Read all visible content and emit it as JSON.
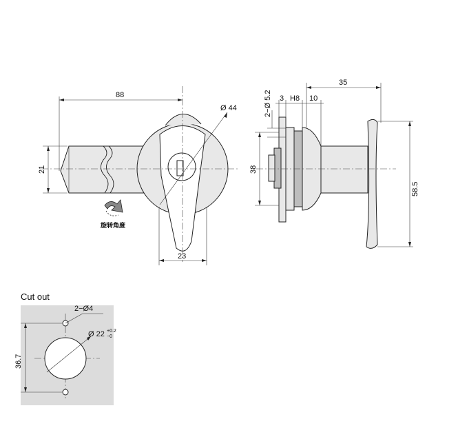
{
  "front_view": {
    "dim_length": "88",
    "dim_height": "21",
    "dim_diameter": "Ø 44",
    "dim_handle_width": "23",
    "rotation_label": "旋转角度"
  },
  "side_view": {
    "dim_hole": "2−Ø 5.2",
    "dim_thickness_3": "3",
    "dim_h8": "H8",
    "dim_10": "10",
    "dim_35": "35",
    "dim_38": "38",
    "dim_58_5": "58.5"
  },
  "cutout": {
    "title": "Cut out",
    "dim_holes": "2−Ø4",
    "dim_diameter": "Ø 22",
    "tol_upper": "+0.2",
    "tol_lower": "−0",
    "dim_spacing": "36.7"
  },
  "colors": {
    "panel": "#dcdcdc",
    "part_fill": "#e8e8e8",
    "line": "#222222"
  }
}
